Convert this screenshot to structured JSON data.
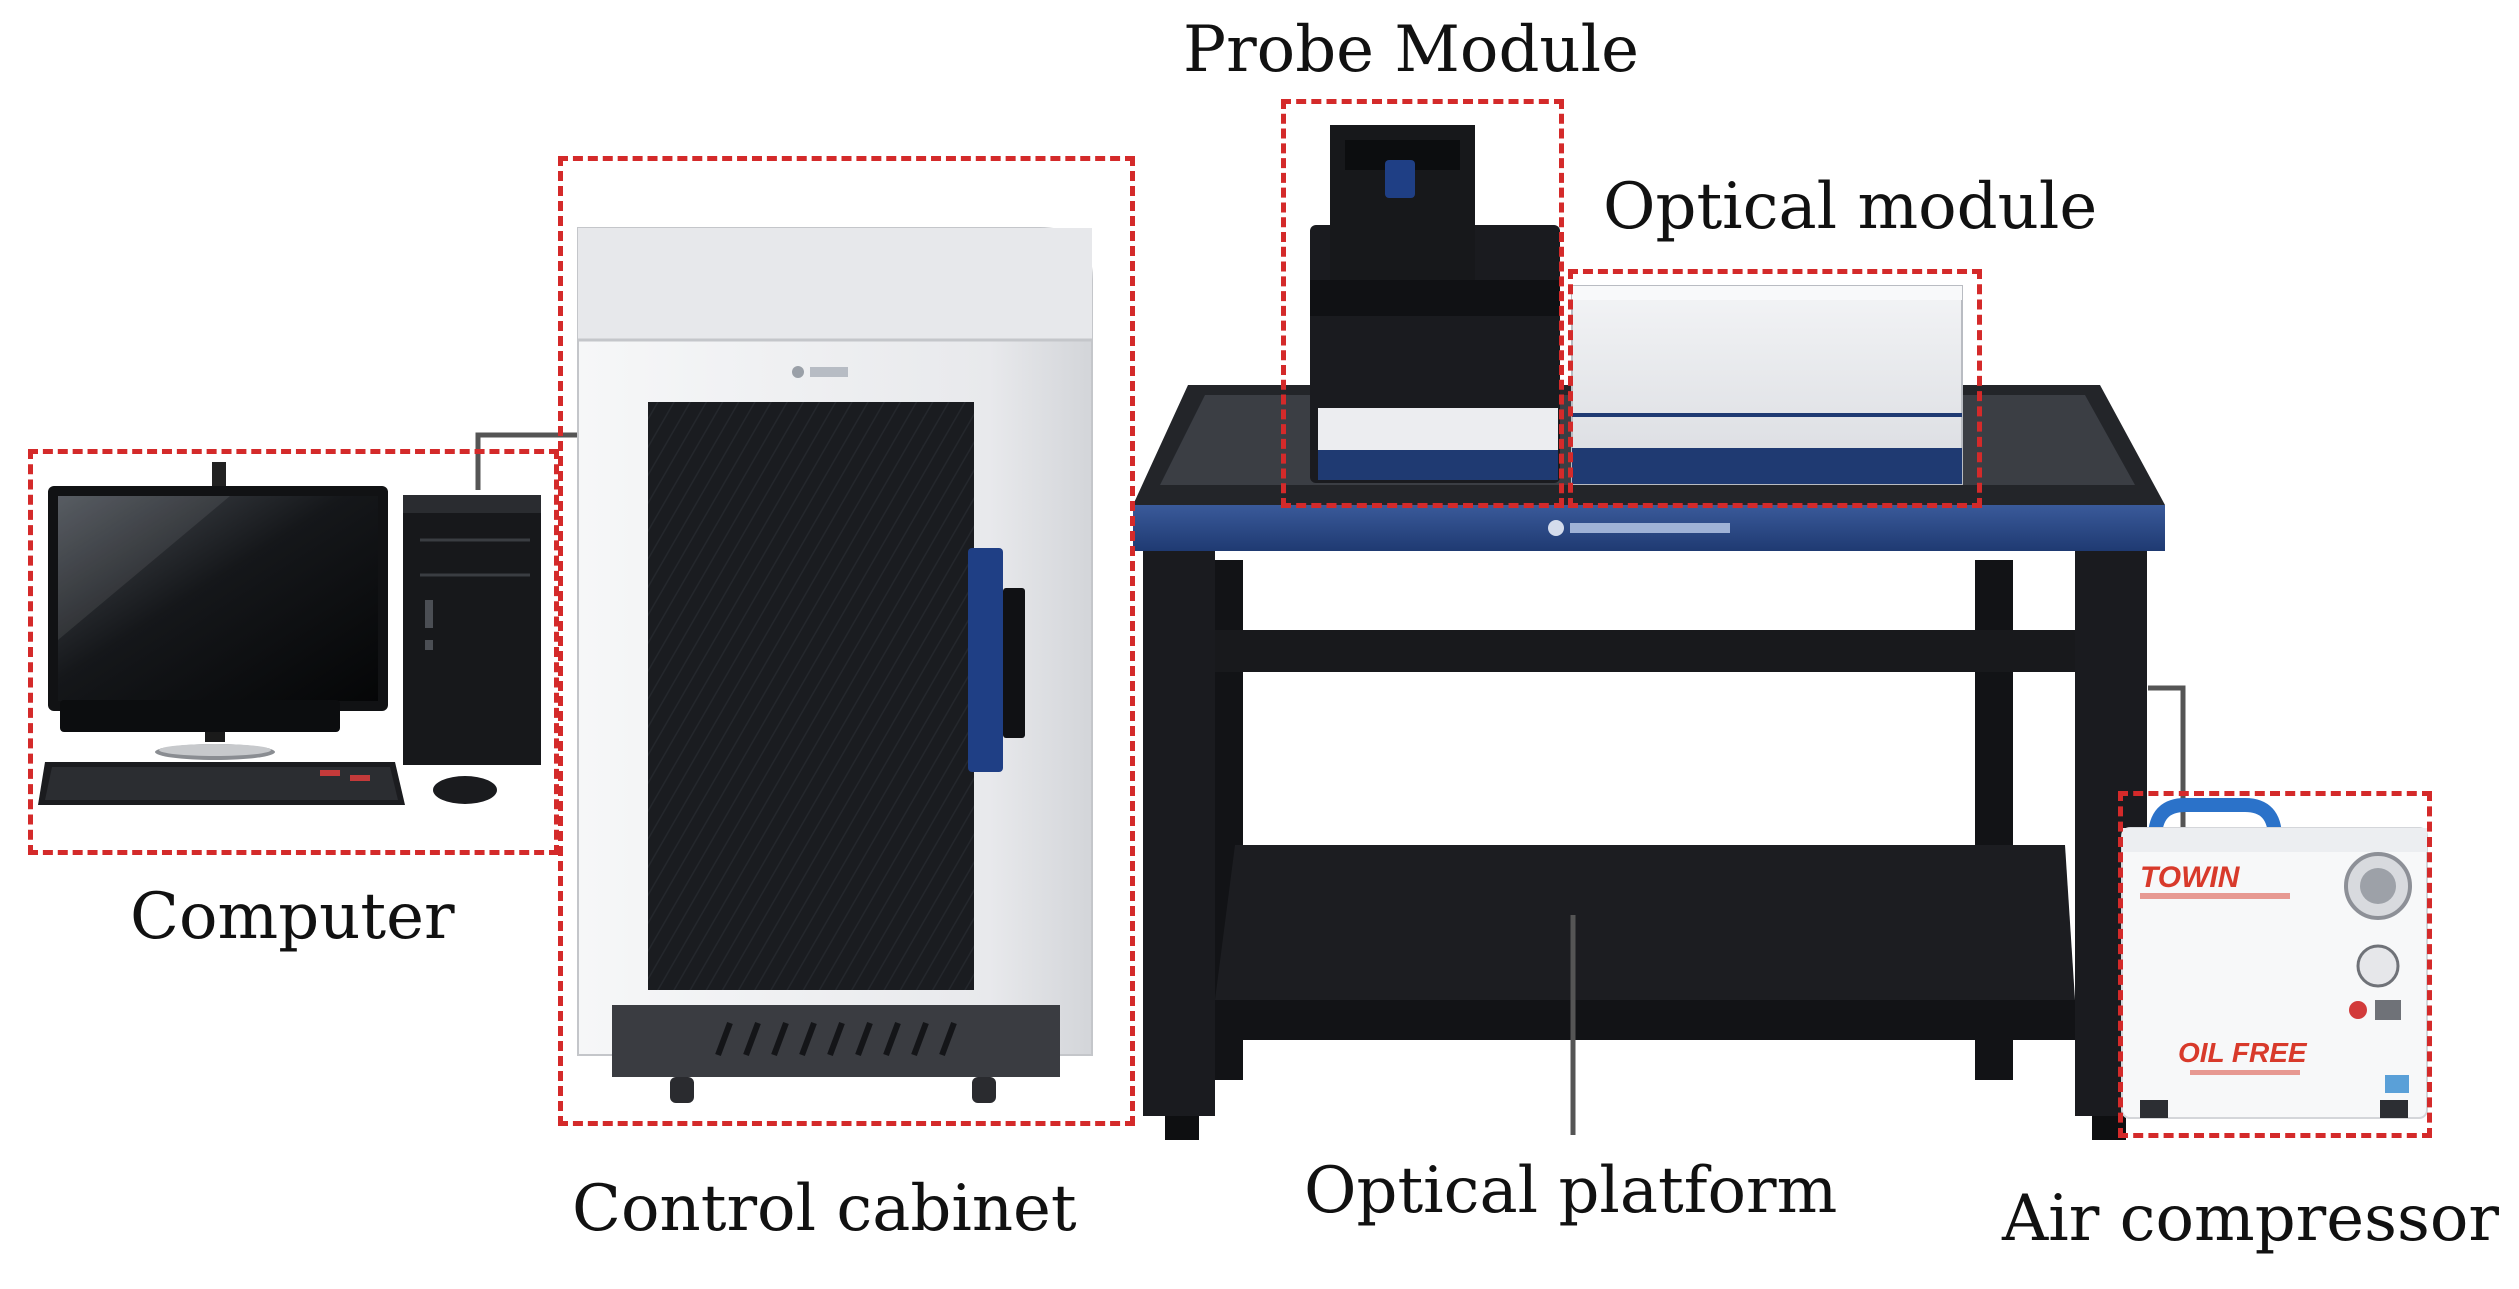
{
  "labels": {
    "probe_module": "Probe Module",
    "optical_module": "Optical module",
    "computer": "Computer",
    "control_cabinet": "Control cabinet",
    "optical_platform": "Optical platform",
    "air_compressor": "Air compressor"
  },
  "compressor_brand": {
    "name": "TOWIN",
    "oil_free": "OIL FREE"
  },
  "colors": {
    "highlight_box": "#d42a2a",
    "platform_top": "#2a4a86",
    "frame": "#1d1f24",
    "cabinet_body": "#f1f2f4",
    "connector": "#555555"
  }
}
